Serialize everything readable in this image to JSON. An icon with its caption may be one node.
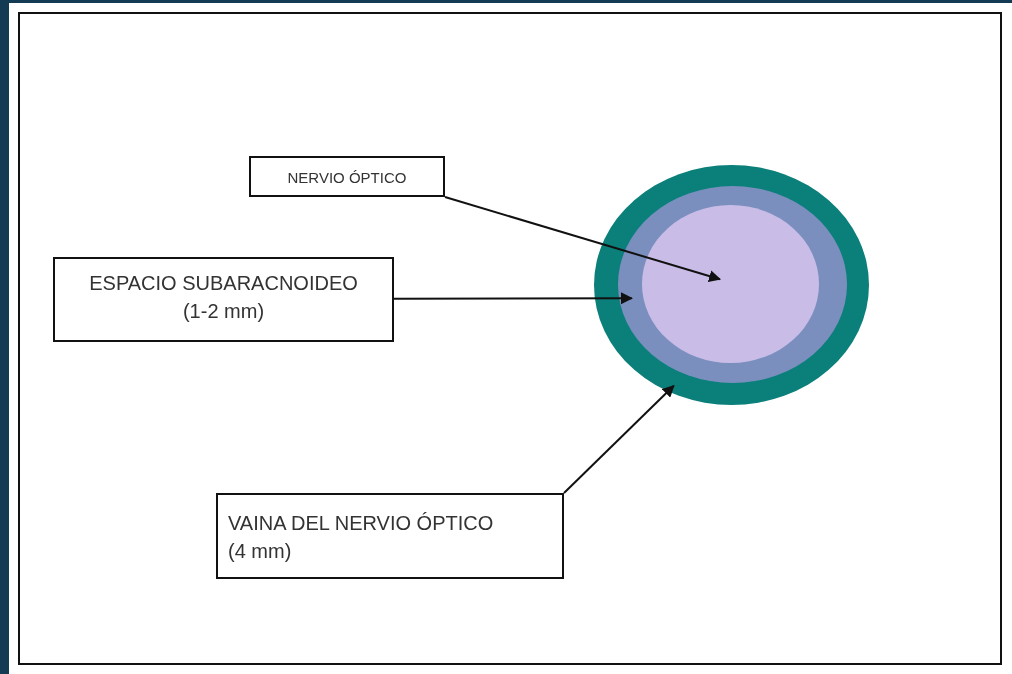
{
  "diagram": {
    "nodes": [
      {
        "text": [
          "NERVIO ÓPTICO"
        ]
      },
      {
        "text": [
          "ESPACIO SUBARACNOIDEO",
          "(1-2 mm)"
        ]
      },
      {
        "text": [
          "VAINA DEL NERVIO ÓPTICO",
          "(4 mm)"
        ]
      },
      {
        "text": [],
        "shape": "circle"
      },
      {
        "text": [],
        "shape": "circle",
        "in": 3
      },
      {
        "text": [],
        "shape": "circle",
        "in": 4
      }
    ],
    "edges": [
      {
        "from": 0,
        "to": 5,
        "arrow": "to"
      },
      {
        "from": 1,
        "to": 4,
        "arrow": "to"
      },
      {
        "from": 2,
        "to": 3,
        "arrow": "to"
      }
    ]
  }
}
